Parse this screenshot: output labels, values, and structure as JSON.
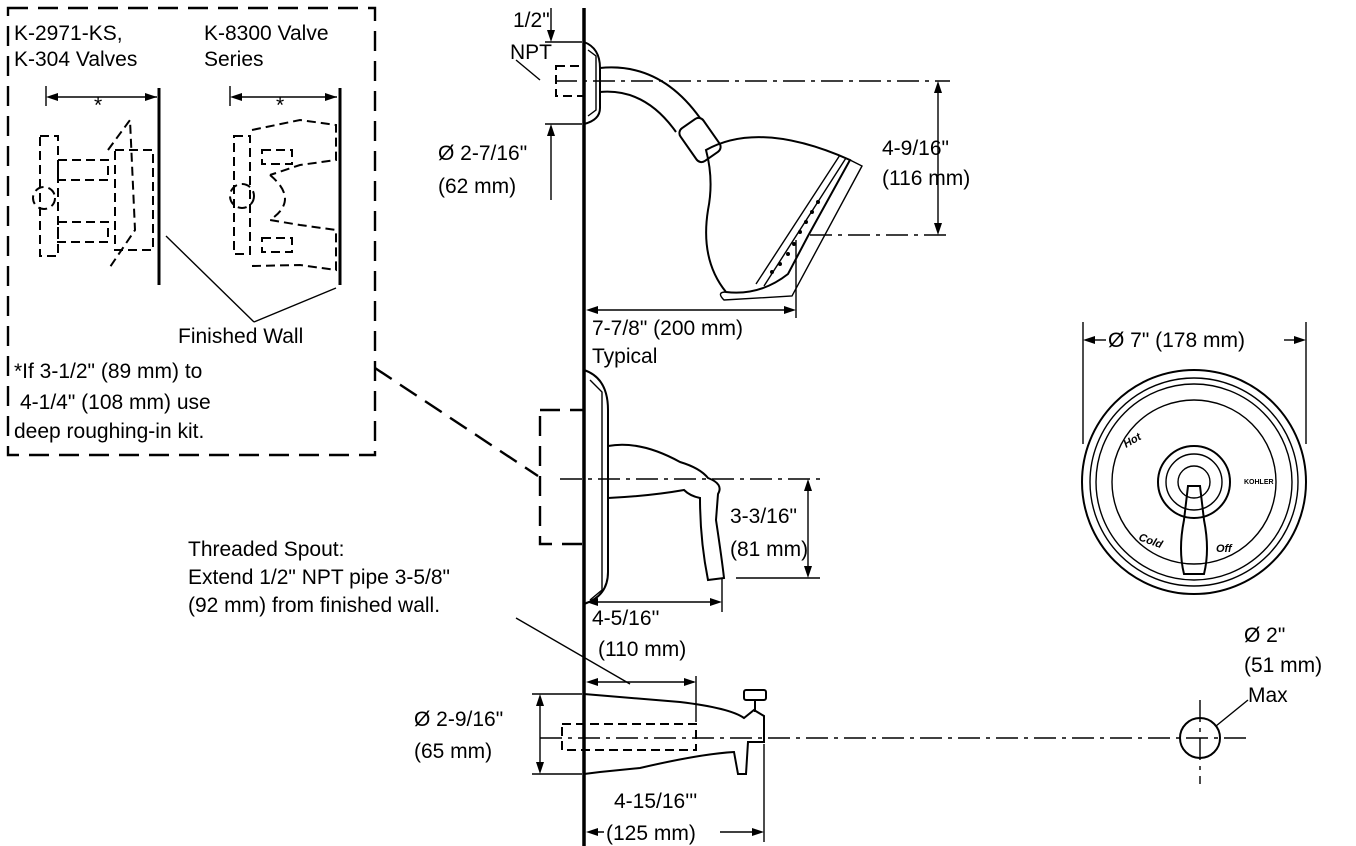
{
  "inset": {
    "valve_a": [
      "K-2971-KS,",
      "K-304 Valves"
    ],
    "valve_b": [
      "K-8300 Valve",
      "Series"
    ],
    "star": "*",
    "finished_wall": "Finished Wall",
    "note": [
      "*If 3-1/2\" (89 mm) to",
      "4-1/4\" (108 mm) use",
      "deep roughing-in kit."
    ]
  },
  "shower_head": {
    "inlet": [
      "1/2\"",
      "NPT"
    ],
    "arm_dia": [
      "Ø 2-7/16\"",
      "(62 mm)"
    ],
    "drop": [
      "4-9/16\"",
      "(116 mm)"
    ],
    "reach": [
      "7-7/8\" (200 mm)",
      "Typical"
    ]
  },
  "valve": {
    "handle_drop": [
      "3-3/16\"",
      "(81 mm)"
    ],
    "handle_reach": [
      "4-5/16''",
      "(110 mm)"
    ]
  },
  "spout": {
    "note": [
      "Threaded Spout:",
      "Extend 1/2\" NPT pipe 3-5/8\"",
      "(92 mm) from finished wall."
    ],
    "height": [
      "Ø 2-9/16\"",
      "(65 mm)"
    ],
    "reach": [
      "4-15/16'''",
      "(125 mm)"
    ]
  },
  "escutcheon": {
    "diameter": "Ø 7\" (178 mm)",
    "face_labels": [
      "Hot",
      "Cold",
      "Off",
      "KOHLER"
    ]
  },
  "pipe_hole": [
    "Ø 2\"",
    "(51 mm)",
    "Max"
  ]
}
